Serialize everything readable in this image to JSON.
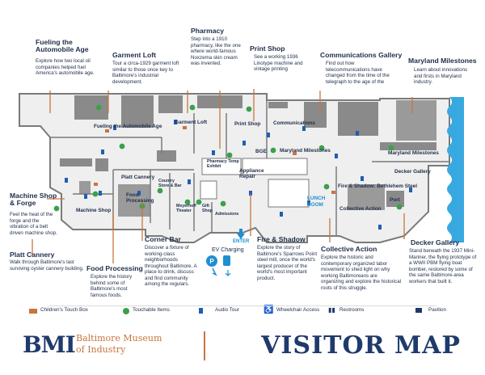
{
  "callouts": {
    "fueling": {
      "title": "Fueling the Automobile Age",
      "desc": "Explore how two local oil companies helped fuel America's automobile age."
    },
    "garment": {
      "title": "Garment Loft",
      "desc": "Tour a circa-1929 garment loft similar to those once key to Baltimore's industrial development."
    },
    "pharmacy": {
      "title": "Pharmacy",
      "desc": "Step into a 1910 pharmacy, like the one where world-famous Noxzema skin cream was invented."
    },
    "print": {
      "title": "Print Shop",
      "desc": "See a working 1936 Linotype machine and vintage printing"
    },
    "communications": {
      "title": "Communications Gallery",
      "desc": "Find out how telecommunications have changed from the time of the telegraph to the age of the"
    },
    "maryland": {
      "title": "Maryland Milestones",
      "desc": "Learn about innovations and firsts in Maryland industry."
    },
    "machine": {
      "title": "Machine Shop & Forge",
      "desc": "Feel the heat of the forge and the vibration of a belt driven machine shop."
    },
    "cannery": {
      "title": "Platt Cannery",
      "desc": "Walk through Baltimore's last surviving oyster cannery building."
    },
    "food": {
      "title": "Food Processing",
      "desc": "Explore the history behind some of Baltimore's most famous foods."
    },
    "corner": {
      "title": "Corner Bar",
      "desc": "Discover a fixture of working-class neighborhoods throughout Baltimore. A place to drink, discuss and find community among the regulars."
    },
    "fire": {
      "title": "Fire & Shadow",
      "desc": "Explore the story of Baltimore's Sparrows Point steel mill, once the world's largest producer of the world's most important product."
    },
    "collective": {
      "title": "Collective Action",
      "desc": "Explore the historic and contemporary organized labor movement to shed light on why working Baltimoreans are organizing and explore the historical roots of this struggle."
    },
    "decker": {
      "title": "Decker Gallery",
      "desc": "Stand beneath the 1937 Mini-Mariner, the flying prototype of a WWII PBM flying boat bomber, restored by some of the same Baltimore-area workers that built it."
    }
  },
  "rooms": {
    "fueling": "Fueling the Automobile Age",
    "garment": "Garment Loft",
    "print": "Print Shop",
    "communications": "Communications",
    "bge": "BGE",
    "pharmacy": "Pharmacy Temp Exhibit",
    "md1": "Maryland Milestones",
    "md2": "Maryland Milestones",
    "decker": "Decker Gallery",
    "cannery": "Platt Cannery",
    "country": "Country Store & Bar",
    "appliance": "Appliance Repair",
    "fire": "Fire & Shadow: Bethlehem Steel",
    "food": "Food Processing",
    "machine": "Machine Shop",
    "meyerhoff": "Meyerhoff Theater",
    "gift": "Gift Shop",
    "admissions": "Admissions",
    "lunch": "LUNCH ROOM",
    "collective": "Collective Action",
    "port": "Port",
    "enter": "ENTER",
    "ev": "EV Charging"
  },
  "legend": {
    "touch_box": "Children's Touch Box",
    "touchable": "Touchable Items",
    "audio": "Audio Tour",
    "wheelchair": "Wheelchair Access",
    "restrooms": "Restrooms",
    "pavilion": "Pavilion"
  },
  "brand": {
    "logo": "BMI",
    "line1": "Baltimore Museum",
    "line2": "of Industry"
  },
  "title": "VISITOR MAP",
  "colors": {
    "navy": "#1f3a6b",
    "orange": "#c8753f",
    "green": "#3aa14a",
    "water": "#38a9e0",
    "floor": "#efefef",
    "wall": "#7a7a7a"
  }
}
